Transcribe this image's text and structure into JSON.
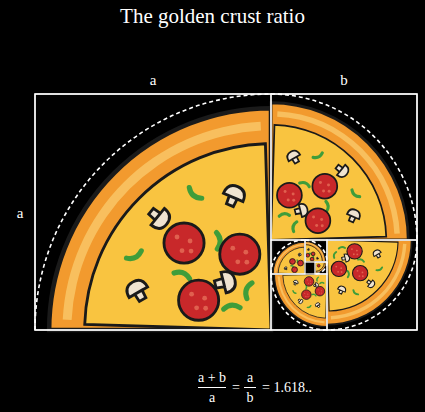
{
  "diagram": {
    "title": "The golden crust ratio",
    "labels": [
      "a",
      "b",
      "a",
      "a + b",
      "a",
      "=",
      "a",
      "b",
      "= 1.618.."
    ]
  }
}
